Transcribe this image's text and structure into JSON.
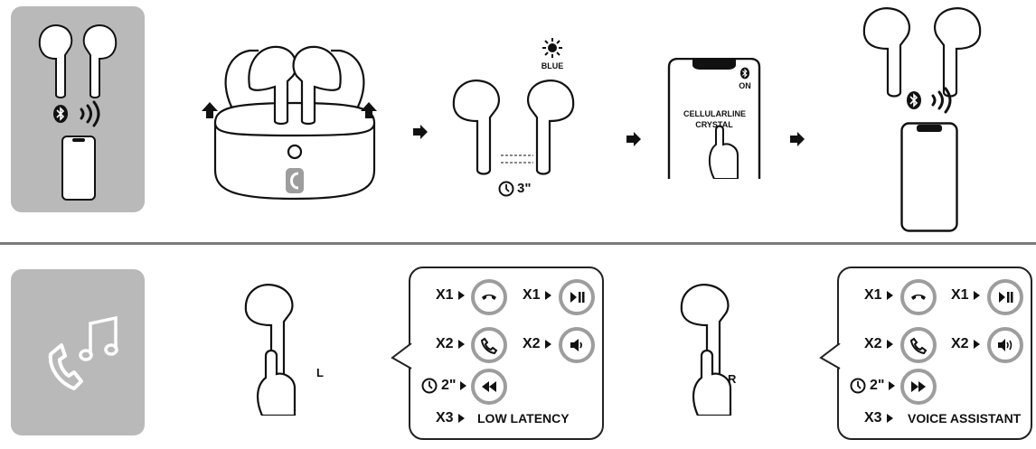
{
  "step2": {
    "led_label": "BLUE",
    "hold_time": "3\""
  },
  "step3": {
    "bt_state": "ON",
    "device_name_line1": "CELLULARLINE",
    "device_name_line2": "CRYSTAL"
  },
  "left_controls": {
    "side": "L",
    "x1_call": "X1",
    "x1_play": "X1",
    "x2_call": "X2",
    "x2_vol": "X2",
    "hold": "2\"",
    "x3": "X3",
    "x3_label": "LOW LATENCY"
  },
  "right_controls": {
    "side": "R",
    "x1_call": "X1",
    "x1_play": "X1",
    "x2_call": "X2",
    "x2_vol": "X2",
    "hold": "2\"",
    "x3": "X3",
    "x3_label": "VOICE ASSISTANT"
  },
  "icons": [
    "bluetooth-icon",
    "signal-icon",
    "phone-icon",
    "music-note-icon",
    "hang-up-icon",
    "play-pause-icon",
    "answer-call-icon",
    "volume-down-icon",
    "volume-up-icon",
    "rewind-icon",
    "fast-forward-icon",
    "hold-timer-icon",
    "sun-led-icon"
  ],
  "colors": {
    "panel": "#b9b9b9",
    "ring": "#9d9d9d",
    "ink": "#111111"
  }
}
